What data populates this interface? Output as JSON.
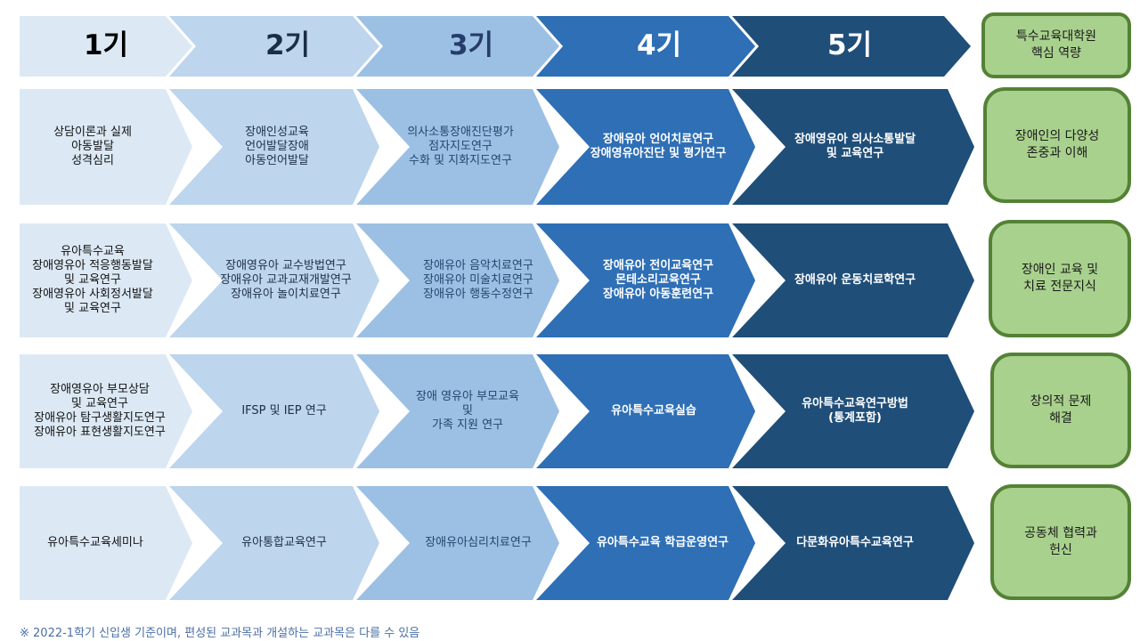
{
  "colors": {
    "stage_1": "#dce9f5",
    "stage_2": "#bdd5ed",
    "stage_3": "#9cc0e4",
    "stage_4": "#2e6fb5",
    "stage_5": "#1f4e79",
    "competency_fill": "#a9d18e",
    "competency_border": "#548235"
  },
  "header": {
    "stages": [
      "1기",
      "2기",
      "3기",
      "4기",
      "5기"
    ],
    "competency_title": "특수교육대학원\n핵심 역량"
  },
  "rows": [
    {
      "courses": [
        "상담이론과 실제\n아동발달\n성격심리",
        "장애인성교육\n언어발달장애\n아동언어발달",
        "의사소통장애진단평가\n점자지도연구\n수화 및 지화지도연구",
        "장애유아 언어치료연구\n장애영유아진단 및 평가연구",
        "장애영유아 의사소통발달\n및 교육연구"
      ],
      "competency": "장애인의 다양성\n존중과 이해"
    },
    {
      "courses": [
        "유아특수교육\n장애영유아 적응행동발달\n및 교육연구\n장애영유아 사회정서발달\n및 교육연구",
        "장애영유아 교수방법연구\n장애유아 교과교재개발연구\n장애유아 놀이치료연구",
        "장애유아 음악치료연구\n장애유아 미술치료연구\n장애유아 행동수정연구",
        "장애유아 전이교육연구\n몬테소리교육연구\n장애유아 아동훈련연구",
        "장애유아 운동치료학연구"
      ],
      "competency": "장애인 교육 및\n치료 전문지식"
    },
    {
      "courses": [
        "장애영유아 부모상담\n및 교육연구\n장애유아 탐구생활지도연구\n장애유아 표현생활지도연구",
        "IFSP 및 IEP 연구",
        "장애 영유아 부모교육\n및\n가족 지원 연구",
        "유아특수교육실습",
        "유아특수교육연구방법\n(통계포함)"
      ],
      "competency": "창의적 문제\n해결"
    },
    {
      "courses": [
        "유아특수교육세미나",
        "유아통합교육연구",
        "장애유아심리치료연구",
        "유아특수교육 학급운영연구",
        "다문화유아특수교육연구"
      ],
      "competency": "공동체 협력과\n헌신"
    }
  ],
  "footnote": "※ 2022-1학기 신입생 기준이며, 편성된 교과목과 개설하는 교과목은 다를 수 있음"
}
